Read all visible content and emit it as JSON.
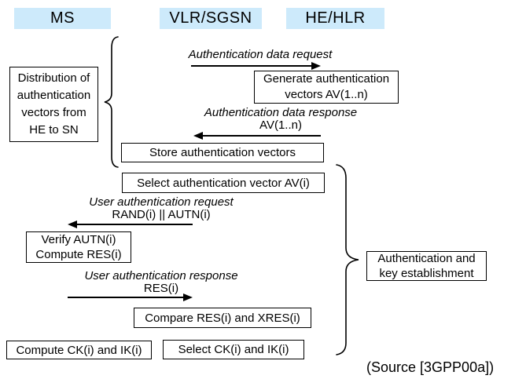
{
  "colors": {
    "header_bg": "#cdeafb",
    "line": "#000000",
    "box_border": "#000000",
    "background": "#ffffff"
  },
  "columns": [
    {
      "label": "MS"
    },
    {
      "label": "VLR/SGSN"
    },
    {
      "label": "HE/HLR"
    }
  ],
  "messages": [
    {
      "label": "Authentication data request",
      "sublabel": "",
      "direction": "right",
      "from": "VLR/SGSN",
      "to": "HE/HLR"
    },
    {
      "label": "Authentication data response",
      "sublabel": "AV(1..n)",
      "direction": "left",
      "from": "HE/HLR",
      "to": "VLR/SGSN"
    },
    {
      "label": "User authentication request",
      "sublabel": "RAND(i) || AUTN(i)",
      "direction": "left",
      "from": "VLR/SGSN",
      "to": "MS"
    },
    {
      "label": "User authentication response",
      "sublabel": "RES(i)",
      "direction": "right",
      "from": "MS",
      "to": "VLR/SGSN"
    }
  ],
  "boxes": {
    "distribution": "Distribution of\nauthentication\nvectors from\nHE to SN",
    "generate": "Generate authentication\nvectors AV(1..n)",
    "store": "Store authentication vectors",
    "select_av": "Select authentication vector AV(i)",
    "verify": "Verify AUTN(i)\nCompute RES(i)",
    "compare": "Compare RES(i) and XRES(i)",
    "compute_ck": "Compute CK(i) and IK(i)",
    "select_ck": "Select CK(i) and IK(i)",
    "auth_establishment": "Authentication and\nkey establishment"
  },
  "annotations": {
    "source": "(Source [3GPP00a])"
  }
}
